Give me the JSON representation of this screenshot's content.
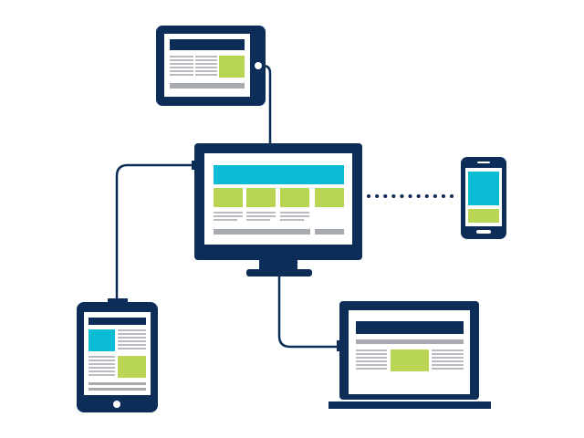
{
  "illustration": {
    "subject": "responsive-multi-device-network",
    "devices": [
      {
        "kind": "desktop-monitor",
        "role": "hub"
      },
      {
        "kind": "tablet-landscape",
        "role": "connected"
      },
      {
        "kind": "smartphone",
        "role": "connected"
      },
      {
        "kind": "tablet-portrait",
        "role": "connected"
      },
      {
        "kind": "laptop",
        "role": "connected"
      }
    ],
    "connection_styles": [
      "cable",
      "cable",
      "dotted-wireless",
      "cable"
    ]
  },
  "colors": {
    "device_body": "#0c2d57",
    "screen": "#ffffff",
    "header_bar": "#0c2d57",
    "accent_cyan": "#0bbcd4",
    "accent_green": "#b8d654",
    "text_lines": "#b9bdc2",
    "footer_bar": "#a7abb0",
    "cable": "#0c2d57",
    "background": "#ffffff"
  }
}
